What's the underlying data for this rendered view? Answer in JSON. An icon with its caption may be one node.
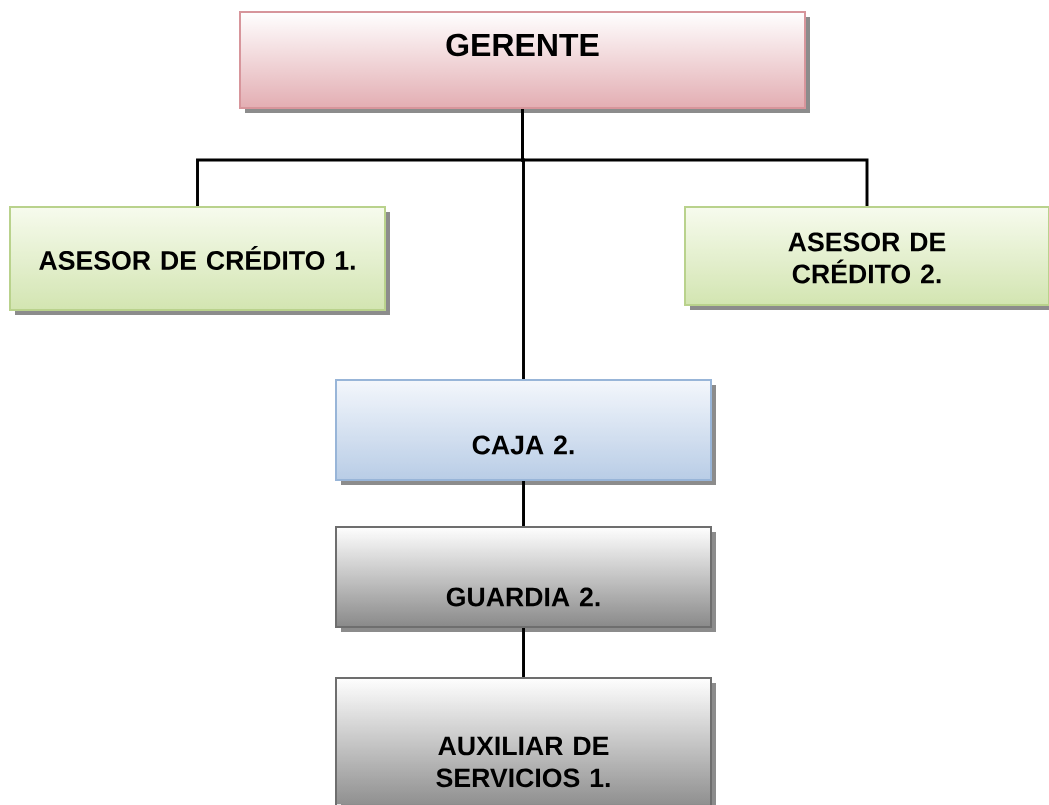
{
  "diagram": {
    "nodes": [
      {
        "text": [
          "GERENTE"
        ]
      },
      {
        "text": [
          "ASESOR DE CRÉDITO 1."
        ]
      },
      {
        "text": [
          "ASESOR DE CRÉDITO 2."
        ]
      },
      {
        "text": [
          "CAJA 2."
        ]
      },
      {
        "text": [
          "GUARDIA 2."
        ]
      },
      {
        "text": [
          "AUXILIAR DE SERVICIOS 1."
        ]
      }
    ],
    "edges": [
      {
        "from": 0,
        "to": 1,
        "arrow": "none"
      },
      {
        "from": 0,
        "to": 3,
        "arrow": "none"
      },
      {
        "from": 0,
        "to": 2,
        "arrow": "none"
      },
      {
        "from": 3,
        "to": 4,
        "arrow": "none"
      },
      {
        "from": 4,
        "to": 5,
        "arrow": "none"
      }
    ]
  }
}
